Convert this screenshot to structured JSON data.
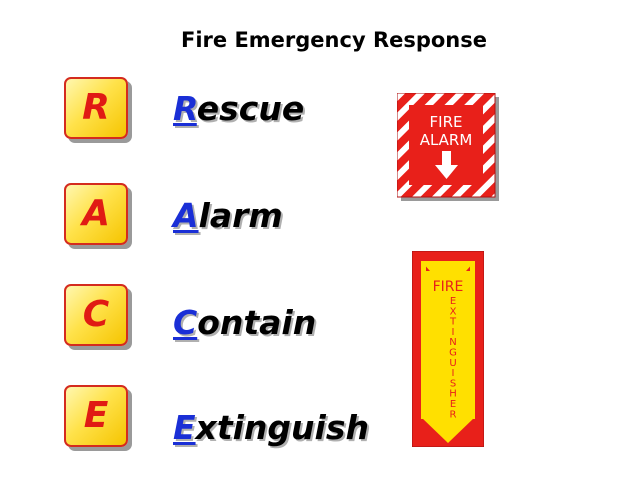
{
  "title": "Fire Emergency Response",
  "steps": [
    {
      "letter": "R",
      "first": "R",
      "rest": "escue"
    },
    {
      "letter": "A",
      "first": "A",
      "rest": "larm"
    },
    {
      "letter": "C",
      "first": "C",
      "rest": "ontain"
    },
    {
      "letter": "E",
      "first": "E",
      "rest": "xtinguish"
    }
  ],
  "fire_alarm_sign": {
    "line1": "FIRE",
    "line2": "ALARM",
    "icon": "down-arrow-icon"
  },
  "extinguisher_sign": {
    "word1": "FIRE",
    "letters": [
      "E",
      "X",
      "T",
      "I",
      "N",
      "G",
      "U",
      "I",
      "S",
      "H",
      "E",
      "R"
    ],
    "icon": "down-arrow-icon"
  },
  "colors": {
    "accent_red": "#e01a14",
    "letter_blue": "#1a2fd6",
    "tile_yellow": "#ffe24a"
  }
}
